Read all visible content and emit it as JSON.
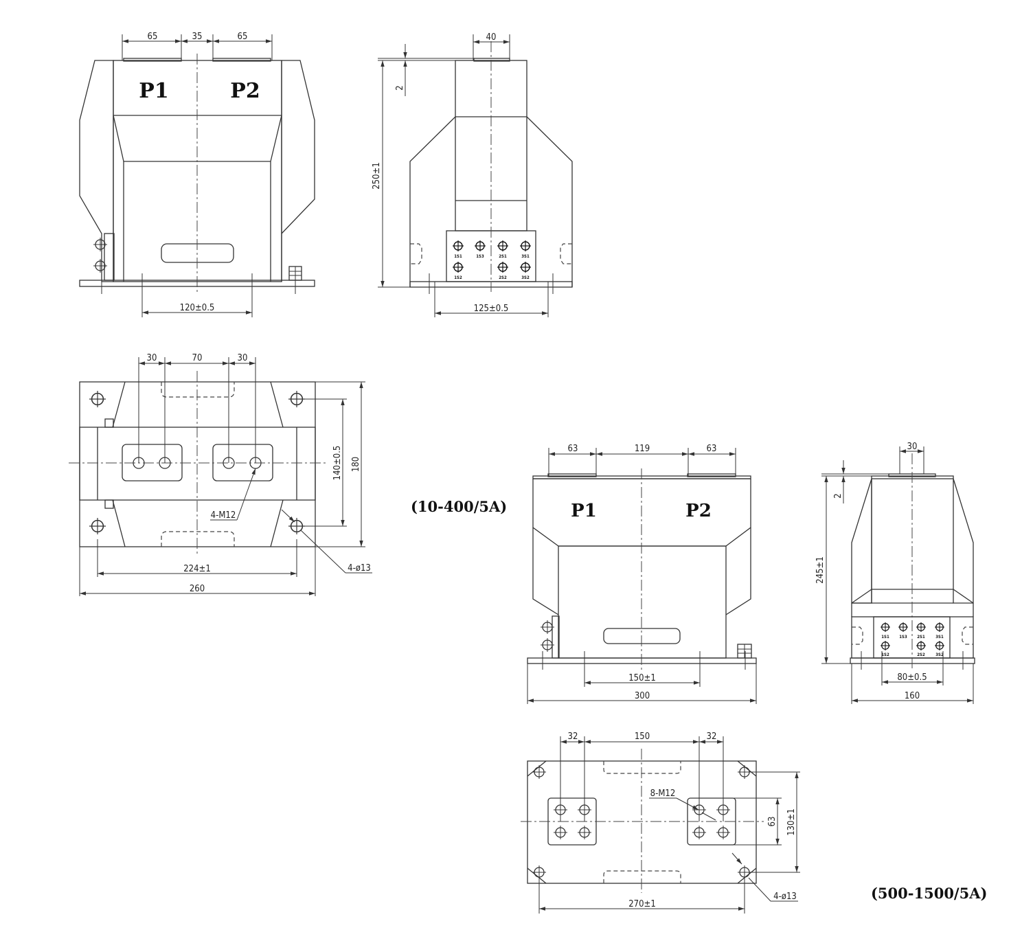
{
  "view1": {
    "label_left": "P1",
    "label_right": "P2",
    "dim_top_left": "65",
    "dim_top_mid": "35",
    "dim_top_right": "65",
    "dim_bottom": "120±0.5"
  },
  "view2": {
    "dim_top": "40",
    "dim_gap": "2",
    "dim_height": "250±1",
    "dim_bottom": "125±0.5",
    "terminals": [
      "1S1",
      "1S3",
      "2S1",
      "3S1",
      "1S2",
      "2S2",
      "3S2"
    ]
  },
  "view3": {
    "dim_top_left": "30",
    "dim_top_mid": "70",
    "dim_top_right": "30",
    "dim_inner_h": "140±0.5",
    "dim_outer_h": "180",
    "callout_thread": "4-M12",
    "callout_hole": "4-ø13",
    "dim_inner_w": "224±1",
    "dim_outer_w": "260"
  },
  "rating_small": "(10-400/5A)",
  "view4": {
    "label_left": "P1",
    "label_right": "P2",
    "dim_top_left": "63",
    "dim_top_mid": "119",
    "dim_top_right": "63",
    "dim_inner": "150±1",
    "dim_outer": "300"
  },
  "view5": {
    "dim_top": "30",
    "dim_gap": "2",
    "dim_height": "245±1",
    "dim_inner": "80±0.5",
    "dim_outer": "160",
    "terminals": [
      "1S1",
      "1S3",
      "2S1",
      "3S1",
      "1S2",
      "2S2",
      "3S2"
    ]
  },
  "view6": {
    "dim_top_left": "32",
    "dim_top_mid": "150",
    "dim_top_right": "32",
    "callout_thread": "8-M12",
    "dim_inner_h": "63",
    "dim_outer_h": "130±1",
    "callout_hole": "4-ø13",
    "dim_width": "270±1"
  },
  "rating_large": "(500-1500/5A)"
}
